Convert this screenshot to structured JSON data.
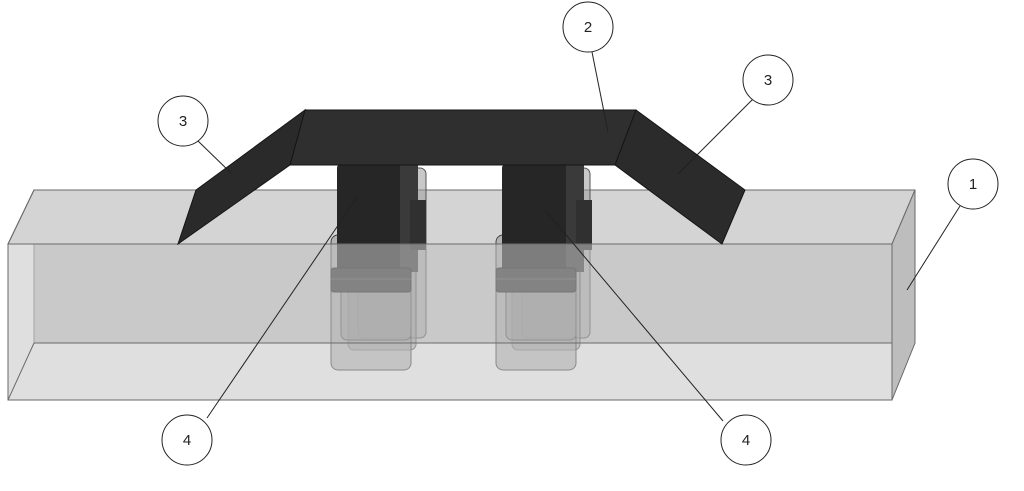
{
  "callouts": [
    {
      "id": "c2",
      "label": "2"
    },
    {
      "id": "c3-left",
      "label": "3"
    },
    {
      "id": "c3-right",
      "label": "3"
    },
    {
      "id": "c1",
      "label": "1"
    },
    {
      "id": "c4-left",
      "label": "4"
    },
    {
      "id": "c4-right",
      "label": "4"
    }
  ],
  "colors": {
    "housing_fill": "#c6c6c6",
    "housing_edge": "#6a6a6a",
    "plate_fill": "#2e2e2e",
    "pin_fill": "#2a2a2a",
    "sleeve_fill": "#8c8c8c",
    "leader": "#222222"
  }
}
